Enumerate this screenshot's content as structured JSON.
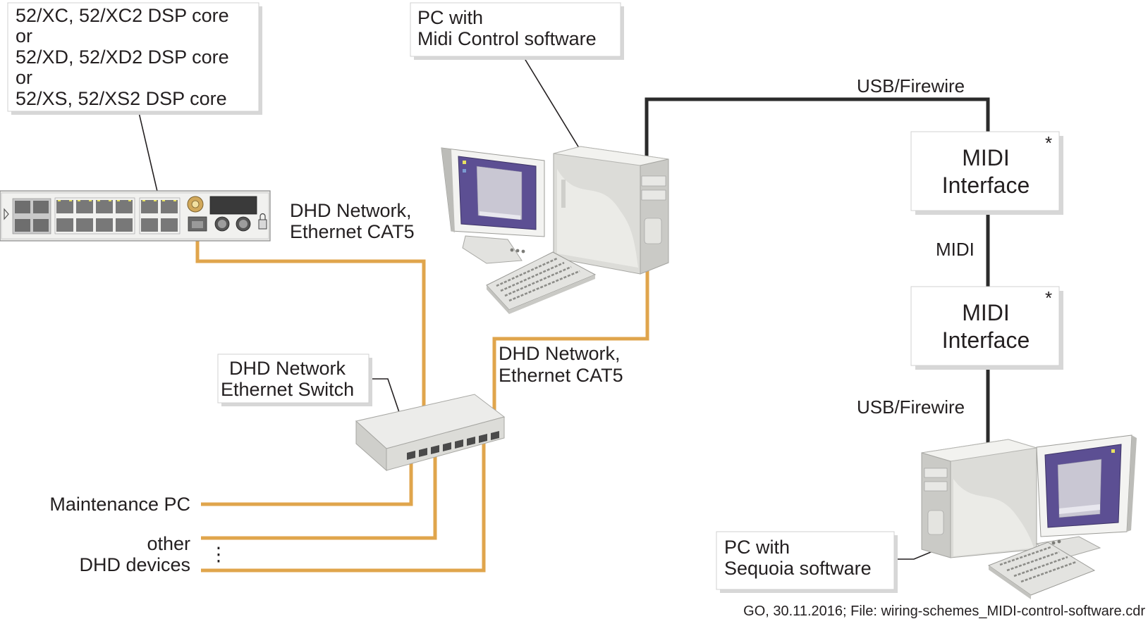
{
  "callouts": {
    "dsp_core": [
      "52/XC, 52/XC2 DSP core",
      "or",
      "52/XD, 52/XD2 DSP core",
      "or",
      "52/XS, 52/XS2 DSP core"
    ],
    "pc_midi": [
      "PC with",
      "Midi Control software"
    ],
    "switch": [
      "DHD Network",
      "Ethernet Switch"
    ],
    "pc_sequoia": [
      "PC with",
      "Sequoia software"
    ]
  },
  "cables": {
    "dhd_network_1": [
      "DHD Network,",
      "Ethernet CAT5"
    ],
    "dhd_network_2": [
      "DHD Network,",
      "Ethernet CAT5"
    ],
    "usb_firewire_top": "USB/Firewire",
    "midi": "MIDI",
    "usb_firewire_bottom": "USB/Firewire"
  },
  "midi_interfaces": [
    {
      "lines": [
        "MIDI",
        "Interface"
      ],
      "note": "*"
    },
    {
      "lines": [
        "MIDI",
        "Interface"
      ],
      "note": "*"
    }
  ],
  "endpoints": {
    "maintenance_pc": "Maintenance PC",
    "other_devices": [
      "other",
      "DHD devices"
    ],
    "continuation": "⋮"
  },
  "footer": "GO, 30.11.2016; File: wiring-schemes_MIDI-control-software.cdr",
  "colors": {
    "ethernet_cable": "#e0a54c",
    "usb_midi_cable": "#2b2b2b",
    "monitor_screen": "#5c4f93",
    "device_body": "#e6e6e3"
  },
  "icons": [
    "dsp-core-rack-icon",
    "pc-tower-icon",
    "monitor-icon",
    "keyboard-icon",
    "ethernet-switch-icon"
  ]
}
